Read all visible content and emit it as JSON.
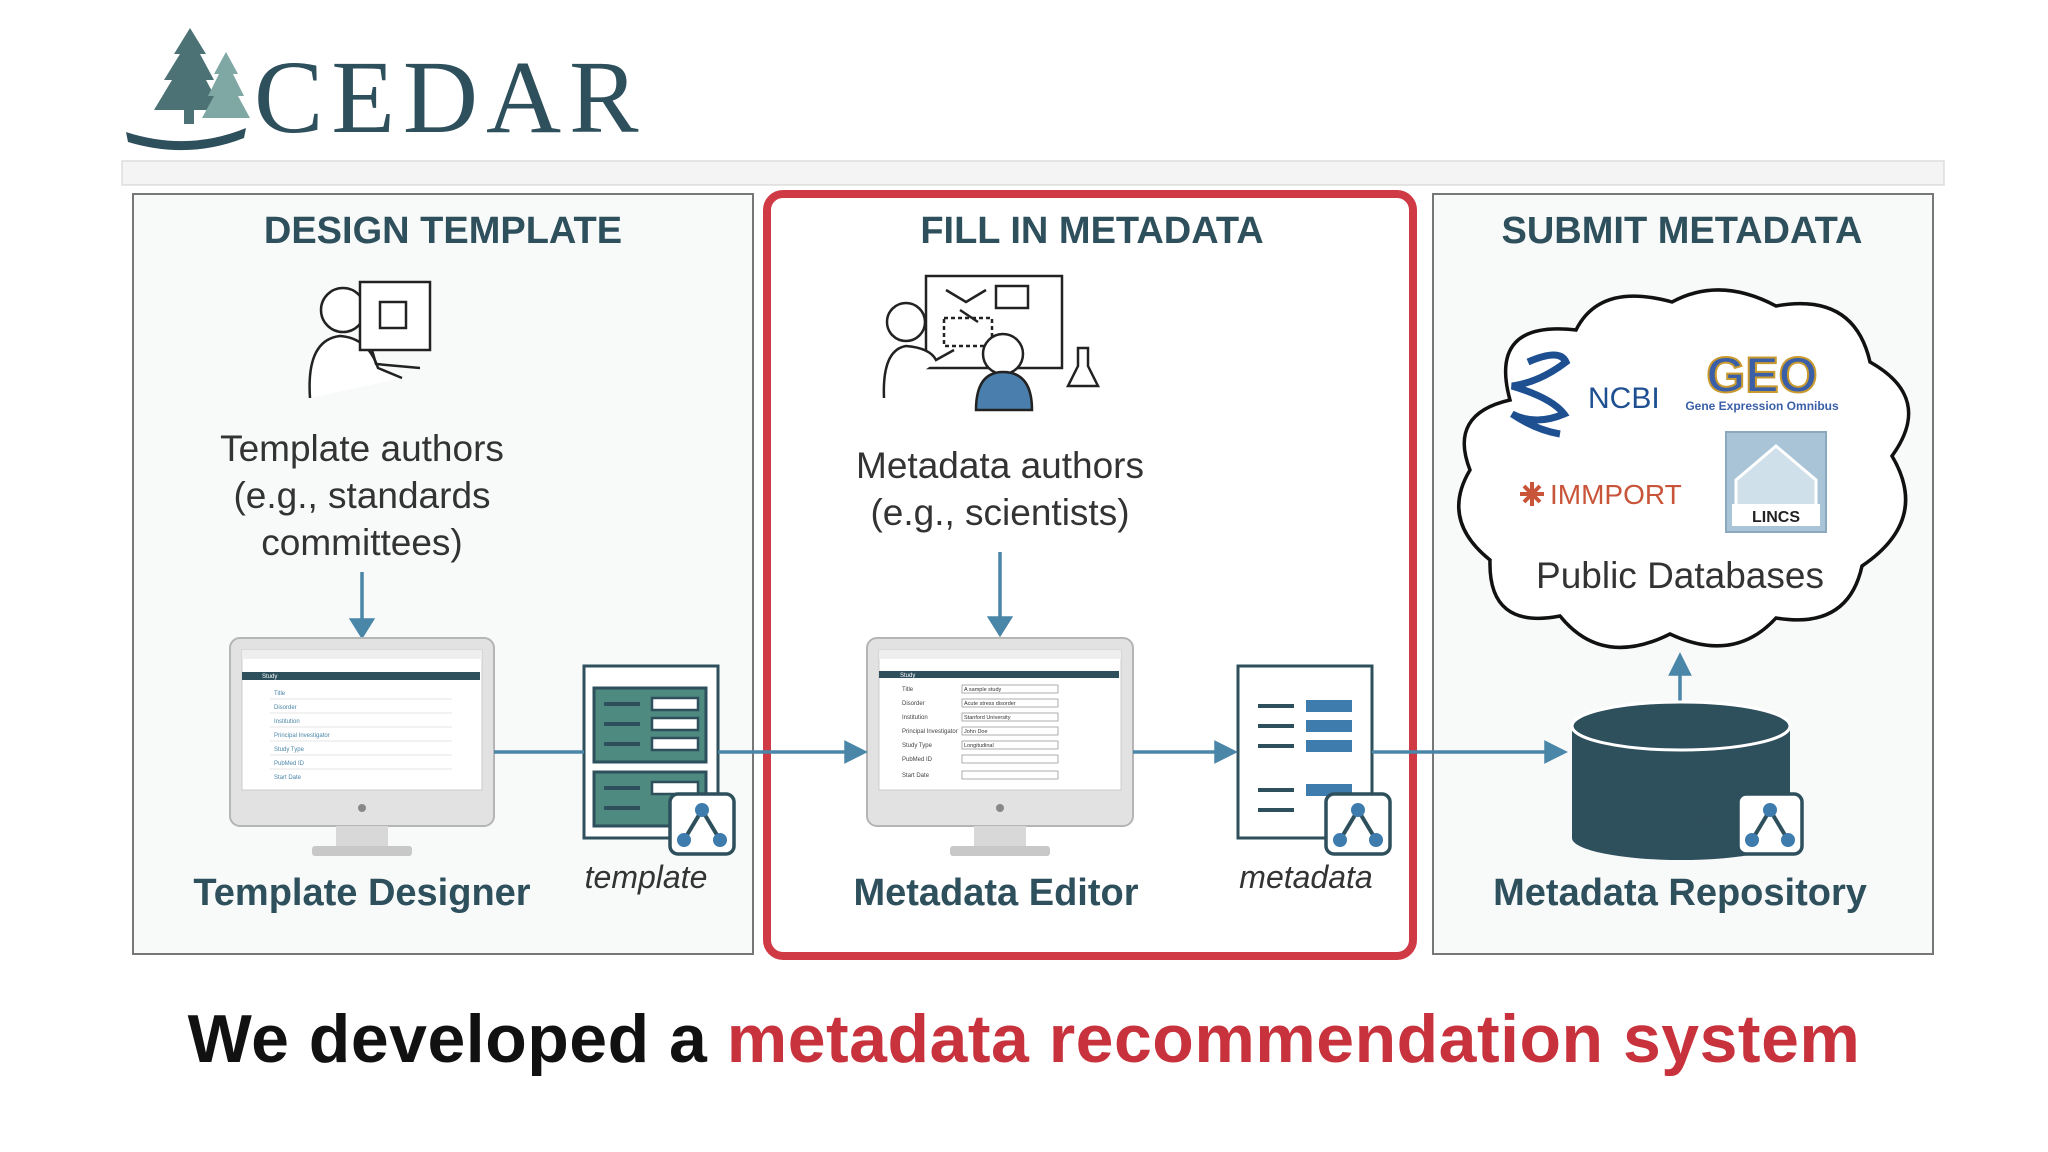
{
  "logo": {
    "text": "CEDAR"
  },
  "panels": {
    "design": {
      "title": "DESIGN TEMPLATE",
      "actor": [
        "Template authors",
        "(e.g., standards",
        "committees)"
      ],
      "tool": "Template Designer",
      "artifact": "template"
    },
    "fill": {
      "title": "FILL IN METADATA",
      "actor": [
        "Metadata authors",
        "(e.g., scientists)"
      ],
      "tool": "Metadata Editor",
      "artifact": "metadata"
    },
    "submit": {
      "title": "SUBMIT METADATA",
      "cloud_label": "Public Databases",
      "tool": "Metadata Repository"
    }
  },
  "databases": {
    "ncbi": "NCBI",
    "geo": "GEO",
    "geo_sub": "Gene Expression Omnibus",
    "immport": "IMMPORT",
    "lincs": "LINCS"
  },
  "designer_screen": {
    "section": "Study",
    "fields": [
      "Title",
      "Disorder",
      "Institution",
      "Principal Investigator",
      "Study Type",
      "PubMed ID",
      "Start Date"
    ]
  },
  "editor_screen": {
    "section": "Study",
    "fields": [
      "Title",
      "Disorder",
      "Institution",
      "Principal Investigator",
      "Study Type",
      "PubMed ID",
      "Start Date"
    ],
    "values": [
      "A sample study",
      "Acute stress disorder",
      "Stanford University",
      "John Doe",
      "Longitudinal",
      "",
      ""
    ]
  },
  "headline": {
    "lead": "We developed a ",
    "accent": "metadata recommendation system"
  },
  "colors": {
    "accent": "#c8323c",
    "dark": "#2e4f5c",
    "arrow": "#4a86a8",
    "teal": "#4e8a80"
  }
}
